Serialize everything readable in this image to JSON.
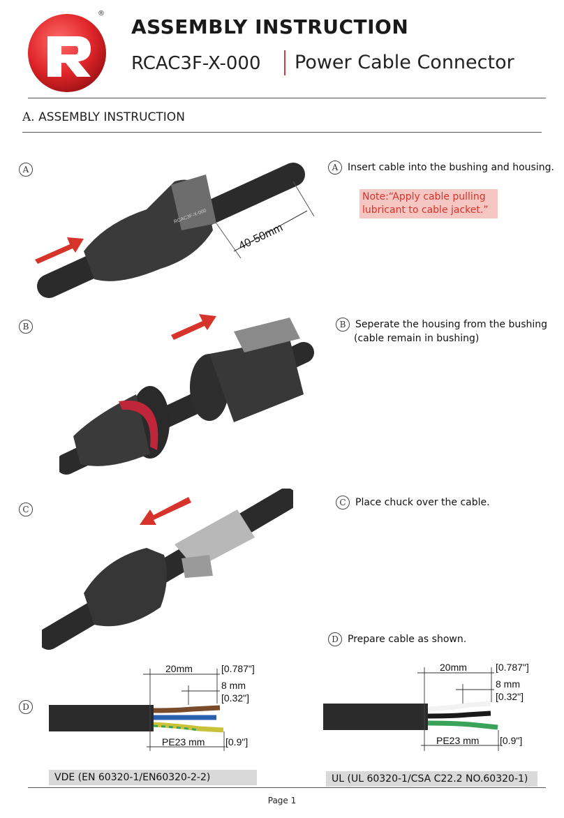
{
  "header": {
    "registered_mark": "®",
    "title": "ASSEMBLY INSTRUCTION",
    "model": "RCAC3F-X-000",
    "subtitle": "Power Cable Connector"
  },
  "section": {
    "letter": "A.",
    "heading": "ASSEMBLY INSTRUCTION"
  },
  "steps": [
    {
      "marker": "A",
      "text": "Insert  cable into the bushing and housing."
    },
    {
      "marker": "B",
      "text": "Seperate the housing from the bushing",
      "text2": "(cable remain in bushing)"
    },
    {
      "marker": "C",
      "text": "Place chuck over the cable."
    },
    {
      "marker": "D",
      "text": "Prepare cable as shown."
    }
  ],
  "note": {
    "line1": "Note:“Apply cable pulling",
    "line2": "lubricant to cable jacket.”"
  },
  "illustrations": {
    "a_dimension": "40-50mm",
    "connector_print": "RCAC3F-X-000"
  },
  "cable_vde": {
    "dim1": "20mm",
    "dim1_in": "[0.787\"]",
    "dim2": "8 mm",
    "dim2_in": "[0.32\"]",
    "dim3": "PE23 mm",
    "dim3_in": "[0.9\"]",
    "standard": "VDE (EN 60320-1/EN60320-2-2)"
  },
  "cable_ul": {
    "dim1": "20mm",
    "dim1_in": "[0.787\"]",
    "dim2": "8 mm",
    "dim2_in": "[0.32\"]",
    "dim3": "PE23 mm",
    "dim3_in": "[0.9\"]",
    "standard": "UL (UL 60320-1/CSA C22.2 NO.60320-1)"
  },
  "footer": {
    "page": "Page 1"
  },
  "colors": {
    "accent_red": "#d6332b",
    "note_bg": "#f6c7c2",
    "standard_bg": "#d9d9d9"
  }
}
